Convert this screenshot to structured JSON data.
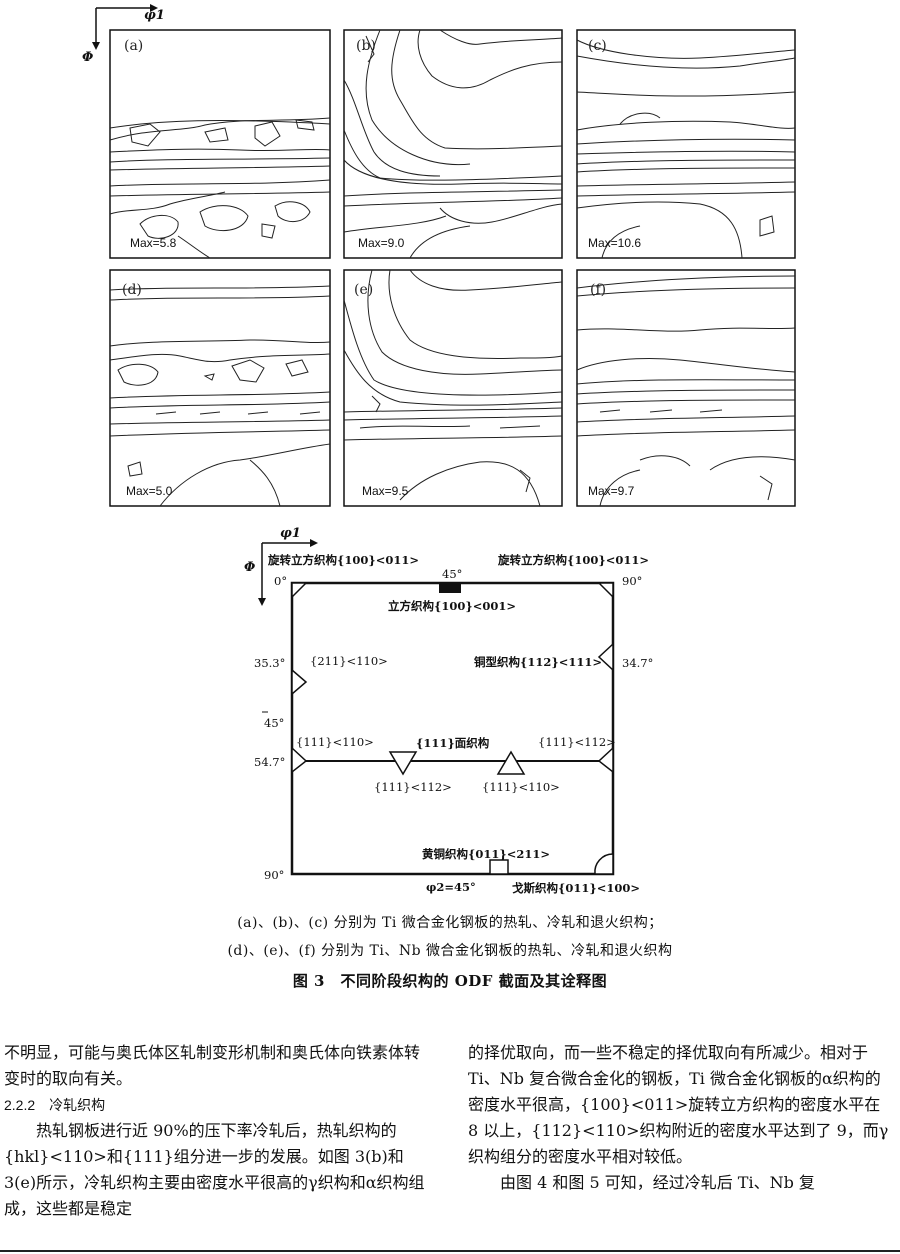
{
  "figure": {
    "axis_phi1": "φ1",
    "axis_Phi": "Φ",
    "panels": [
      {
        "label": "(a)",
        "max": "Max=5.8"
      },
      {
        "label": "(b)",
        "max": "Max=9.0"
      },
      {
        "label": "(c)",
        "max": "Max=10.6"
      },
      {
        "label": "(d)",
        "max": "Max=5.0"
      },
      {
        "label": "(e)",
        "max": "Max=9.5"
      },
      {
        "label": "(f)",
        "max": "Max=9.7"
      }
    ]
  },
  "key_diagram": {
    "axis_phi1": "φ1",
    "axis_Phi": "Φ",
    "phi2": "φ2=45°",
    "angles": {
      "top_left": "0°",
      "top_mid": "45°",
      "top_right": "90°",
      "left_35": "35.3°",
      "left_45": "45°",
      "left_54": "54.7°",
      "left_90": "90°",
      "right_34": "34.7°"
    },
    "labels": {
      "rotated_cube_left": "旋转立方织构{100}<011>",
      "rotated_cube_right": "旋转立方织构{100}<011>",
      "cube": "立方织构{100}<001>",
      "t211": "{211}<110>",
      "copper": "铜型织构{112}<111>",
      "t111_110_left": "{111}<110>",
      "t111_face": "{111}面织构",
      "t111_112_right": "{111}<112>",
      "t111_112_bottom": "{111}<112>",
      "t111_110_bottom": "{111}<110>",
      "brass": "黄铜织构{011}<211>",
      "goss": "戈斯织构{011}<100>"
    }
  },
  "caption": {
    "line1": "(a)、(b)、(c) 分别为 Ti 微合金化钢板的热轧、冷轧和退火织构；",
    "line2": "(d)、(e)、(f) 分别为 Ti、Nb 微合金化钢板的热轧、冷轧和退火织构",
    "title": "图 3　不同阶段织构的 ODF 截面及其诠释图"
  },
  "body": {
    "left": {
      "p1": "不明显，可能与奥氏体区轧制变形机制和奥氏体向铁素体转变时的取向有关。",
      "heading": "2.2.2　冷轧织构",
      "p2": "热轧钢板进行近 90%的压下率冷轧后，热轧织构的{hkl}<110>和{111}组分进一步的发展。如图 3(b)和 3(e)所示，冷轧织构主要由密度水平很高的γ织构和α织构组成，这些都是稳定"
    },
    "right": {
      "p1": "的择优取向，而一些不稳定的择优取向有所减少。相对于 Ti、Nb 复合微合金化的钢板，Ti 微合金化钢板的α织构的密度水平很高，{100}<011>旋转立方织构的密度水平在 8 以上，{112}<110>织构附近的密度水平达到了 9，而γ织构组分的密度水平相对较低。",
      "p2": "由图 4 和图 5 可知，经过冷轧后 Ti、Nb 复"
    }
  }
}
